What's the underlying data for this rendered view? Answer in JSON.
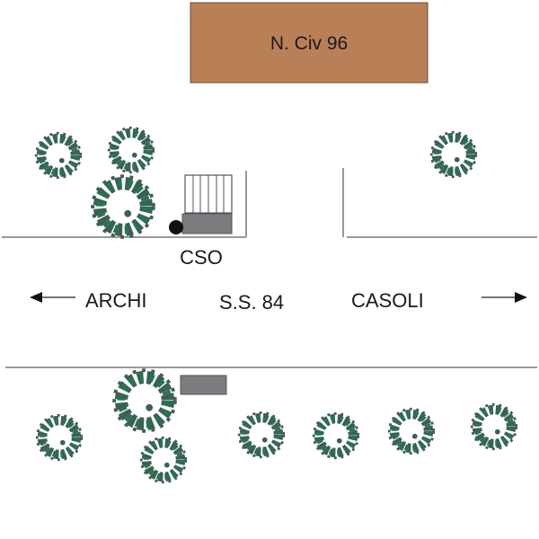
{
  "building": {
    "label": "N. Civ 96",
    "color": "#b98057"
  },
  "cso_label": "CSO",
  "road": {
    "name": "S.S. 84",
    "left_direction": "ARCHI",
    "right_direction": "CASOLI"
  },
  "colors": {
    "tree_light": "#1f7a4c",
    "tree_dark": "#3f5f55",
    "cabinet": "#7a7c80",
    "line": "#9a9a9a"
  }
}
